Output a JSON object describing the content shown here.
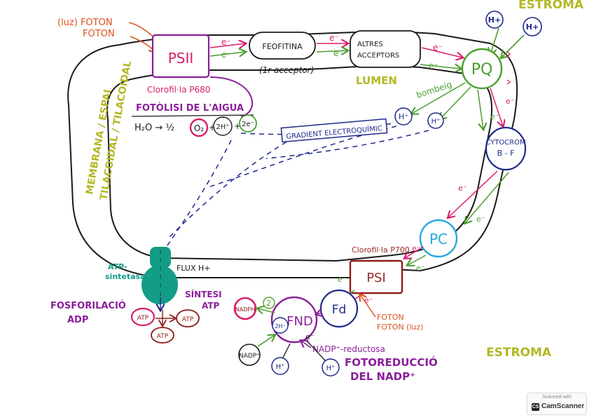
{
  "labels": {
    "estroma_top": "ESTROMA",
    "h_top_1": "H+",
    "h_top_2": "H+",
    "foton_luz_top": "(luz) FOTON",
    "foton_top_2": "FOTON",
    "psii": "PSII",
    "e_psii_1": "e⁻",
    "e_psii_2": "e⁻",
    "feofitina": "FEOFITINA",
    "e_feo_1": "e⁻",
    "e_feo_2": "e⁻",
    "altres_line1": "ALTRES",
    "altres_line2": "ACCEPTORS",
    "e_alt_1": "e⁻",
    "e_alt_2": "e⁻",
    "pq": "PQ",
    "first_acceptor": "(1r acceptor)",
    "lumen": "LUMEN",
    "bombeig": "bombeig",
    "clorofil_p680": "Clorofil·la P680",
    "fotolisi": "FOTÒLISI DE L'AIGUA",
    "water_eq": "H₂O → ½",
    "o2": "O₂",
    "plus_1": "+",
    "two_h": "2H⁺",
    "plus_2": "+",
    "two_e": "2e⁻",
    "gradient": "GRADIENT ELECTROQUÍMIC",
    "h_lumen_1": "H⁺",
    "h_lumen_2": "H⁺",
    "cyto_line1": "CYTOCROM",
    "cyto_line2": "B - F",
    "e_cyt_1": "e⁻",
    "e_cyt_2": "e⁻",
    "membrane_line1": "MEMBRANA / ESPAI",
    "membrane_line2": "TILACOIDAL / TILACOIDAL",
    "pc": "PC",
    "e_pc_1": "e⁻",
    "e_pc_2": "e⁻",
    "clorofil_p700": "Clorofil·la P700",
    "psi": "PSI",
    "e_psi_1": "e⁻",
    "e_psi_2": "e⁻",
    "atp_sintetasa_line1": "ATP-",
    "atp_sintetasa_line2": "sintetasa",
    "flux_h": "FLUX H+",
    "fosforilacio_line1": "FOSFORILACIÓ",
    "fosforilacio_line2": "ADP",
    "sintesi_line1": "SÍNTESI",
    "sintesi_line2": "ATP",
    "atp_1": "ATP",
    "atp_2": "ATP",
    "atp_3": "ATP",
    "nadph_1": "NADPH",
    "two_sup": "2",
    "fnd": "FND",
    "two_h_fnd": "2H⁺",
    "fd": "Fd",
    "e_fd_1": "e⁻",
    "e_fd_2": "e⁻",
    "e_fd_3": "e⁻",
    "foton_bottom_1": "FOTON",
    "foton_bottom_2": "FOTON (luz)",
    "nadp_plus": "NADP⁺",
    "nadp_reductosa": "NADP⁺-reductosa",
    "h_bot_1": "H⁺",
    "h_bot_2": "H⁺",
    "fotoreduccio_line1": "FOTOREDUCCIÓ",
    "fotoreduccio_line2": "DEL NADP⁺",
    "estroma_bottom": "ESTROMA"
  },
  "scanner": {
    "top_text": "Scanned with",
    "logo_text": "CS",
    "name": "CamScanner"
  },
  "colors": {
    "ink_black": "#1a1a1a",
    "olive": "#b3b824",
    "green": "#4c9e2f",
    "purple": "#8b1f9b",
    "magenta": "#d81f6c",
    "navy": "#1f2a8a",
    "red_brown": "#9a2a24",
    "orange_red": "#d9531e",
    "teal": "#149d86",
    "cyan": "#26a9df",
    "dark_red": "#8f1b1b"
  }
}
